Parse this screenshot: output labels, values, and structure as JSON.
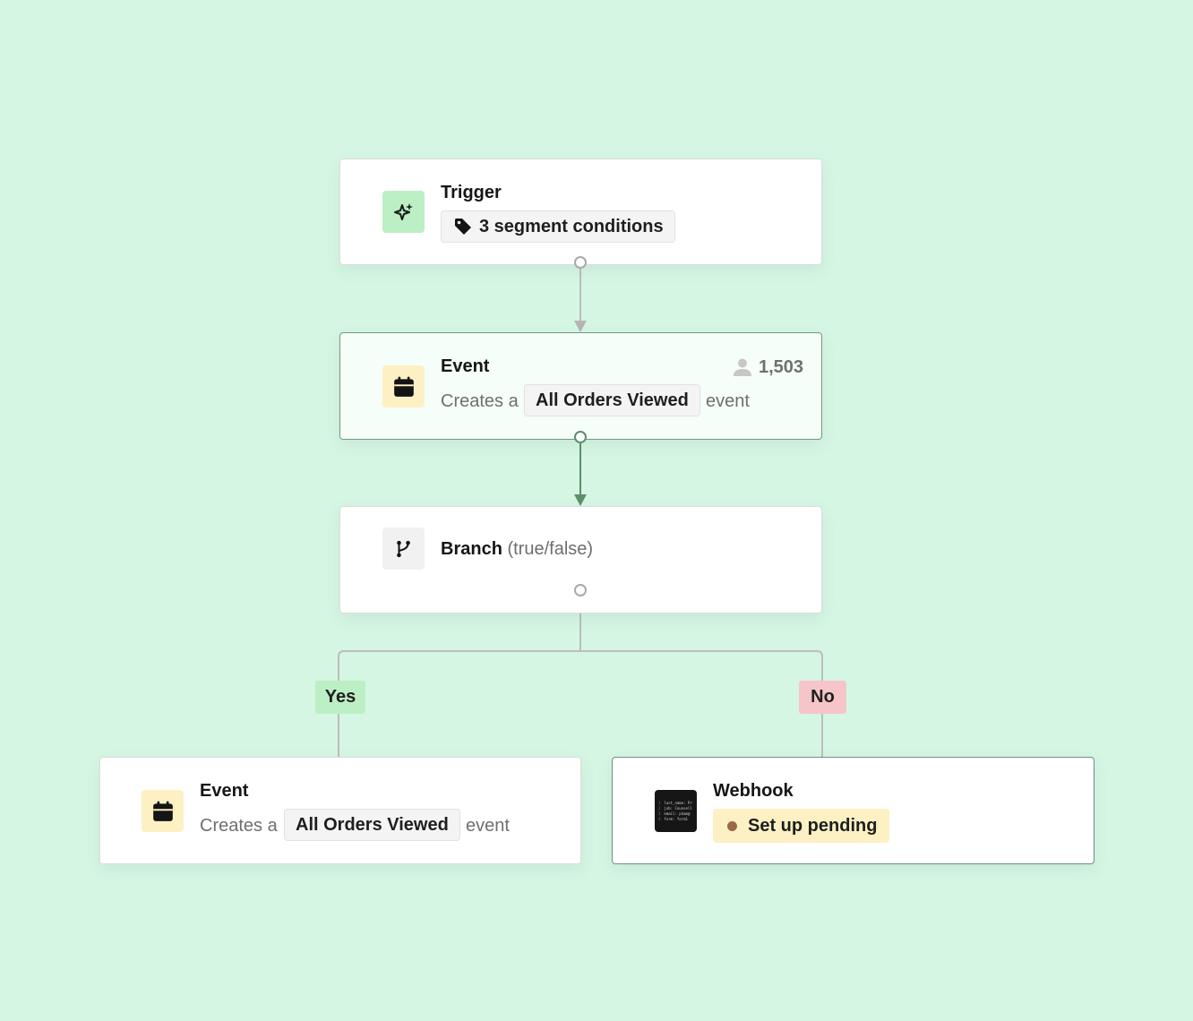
{
  "trigger": {
    "title": "Trigger",
    "chip_label": "3 segment conditions",
    "icon": "sparkles-icon"
  },
  "event_top": {
    "title": "Event",
    "count": "1,503",
    "prefix": "Creates a",
    "chip_label": "All Orders Viewed",
    "suffix": "event",
    "icon": "calendar-icon"
  },
  "branch": {
    "title": "Branch",
    "subtitle": "(true/false)",
    "icon": "branch-icon"
  },
  "paths": {
    "yes_label": "Yes",
    "no_label": "No"
  },
  "event_bottom": {
    "title": "Event",
    "prefix": "Creates a",
    "chip_label": "All Orders Viewed",
    "suffix": "event",
    "icon": "calendar-icon"
  },
  "webhook": {
    "title": "Webhook",
    "status": "Set up pending",
    "icon": "code-preview-icon",
    "code_lines": [
      "last_name: Pr",
      "job: Counsell",
      "email: pham@",
      "form: form1"
    ]
  },
  "colors": {
    "background": "#d5f6e3",
    "yes": "#bdefc5",
    "no": "#f6c5c9",
    "pending": "#fdf1c4",
    "active_connector": "#5e8f6a",
    "connector": "#bdbdbd"
  }
}
